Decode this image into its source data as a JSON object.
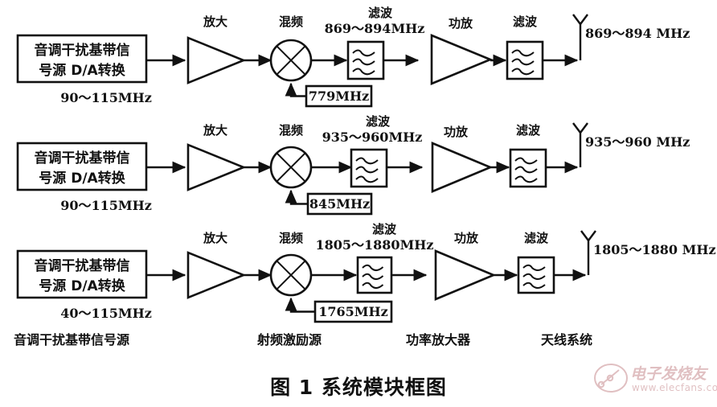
{
  "figure": {
    "caption": "图 1  系统模块框图",
    "watermark_text": "电子发烧友",
    "watermark_url": "www.elecfans.com",
    "watermark_color": "#9b2f36"
  },
  "stage_labels": {
    "baseband_source": "音调干扰基带信号源",
    "rf_exciter": "射频激励源",
    "power_amplifier": "功率放大器",
    "antenna_system": "天线系统"
  },
  "common_labels": {
    "amplifier": "放大",
    "mixer": "混频",
    "filter": "滤波",
    "power_amp": "功放",
    "source_line1": "音调干扰基带信",
    "source_line2": "号源 D/A转换"
  },
  "chains": [
    {
      "id": "chain-850",
      "source_input_freq": "90～115MHz",
      "lo_freq": "779MHz",
      "if_filter_freq": "869～894MHz",
      "antenna_freq": "869～894 MHz"
    },
    {
      "id": "chain-900",
      "source_input_freq": "90～115MHz",
      "lo_freq": "845MHz",
      "if_filter_freq": "935～960MHz",
      "antenna_freq": "935～960 MHz"
    },
    {
      "id": "chain-1800",
      "source_input_freq": "40～115MHz",
      "lo_freq": "1765MHz",
      "if_filter_freq": "1805～1880MHz",
      "antenna_freq": "1805～1880 MHz"
    }
  ]
}
